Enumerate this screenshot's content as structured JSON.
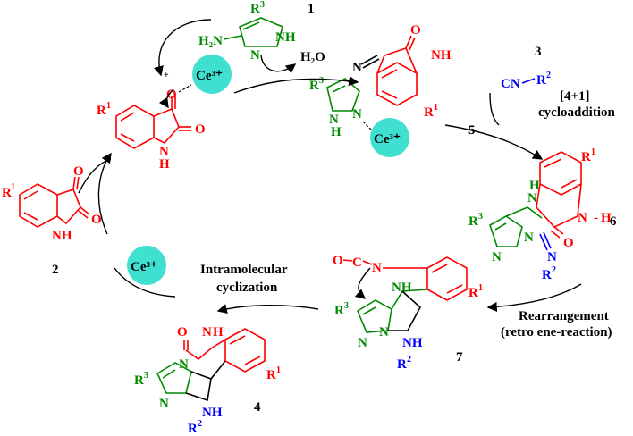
{
  "compounds": {
    "c1": "1",
    "c2": "2",
    "c3": "3",
    "c4": "4",
    "c5": "5",
    "c6": "6",
    "c7": "7"
  },
  "atoms": {
    "R": "R",
    "sup1": "1",
    "sup2": "2",
    "sup3": "3",
    "O": "O",
    "N": "N",
    "H": "H",
    "NH": "NH",
    "H2N": "H₂N",
    "CN": "CN",
    "C": "C",
    "plus": "+",
    "dash": "-"
  },
  "byproduct": "H₂O",
  "catalyst": "Ce³⁺",
  "steps": {
    "cycloaddition_line1": "[4+1]",
    "cycloaddition_line2": "cycloaddition",
    "rearrangement_line1": "Rearrangement",
    "rearrangement_line2": "(retro ene-reaction)",
    "cyclization_line1": "Intramolecular",
    "cyclization_line2": "cyclization"
  },
  "colors": {
    "isatin": "#ff0000",
    "aminopyrazole": "#008a00",
    "isocyanide": "#0000ff",
    "catalyst_fill": "#40e0d0"
  }
}
